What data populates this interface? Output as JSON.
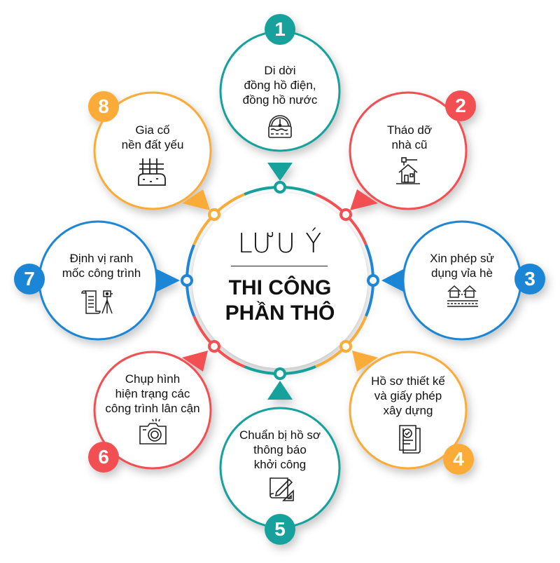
{
  "center": {
    "title": "LƯU Ý",
    "subtitle_line1": "THI CÔNG",
    "subtitle_line2": "PHẦN THÔ"
  },
  "colors": {
    "teal": "#14a19c",
    "red": "#f25052",
    "blue": "#1f86d6",
    "orange": "#fbab37"
  },
  "nodes": [
    {
      "number": "1",
      "color": "teal",
      "lines": [
        "Di dời",
        "đồng hồ điện,",
        "đồng hồ nước"
      ],
      "icon": "water-meter-icon"
    },
    {
      "number": "2",
      "color": "red",
      "lines": [
        "Tháo dỡ",
        "nhà cũ"
      ],
      "icon": "house-demolition-icon"
    },
    {
      "number": "3",
      "color": "blue",
      "lines": [
        "Xin phép sử",
        "dụng vỉa hè"
      ],
      "icon": "houses-sidewalk-icon"
    },
    {
      "number": "4",
      "color": "orange",
      "lines": [
        "Hồ sơ thiết kế",
        "và giấy phép",
        "xây dựng"
      ],
      "icon": "approved-document-icon"
    },
    {
      "number": "5",
      "color": "teal",
      "lines": [
        "Chuẩn bị hồ sơ",
        "thông báo",
        "khởi công"
      ],
      "icon": "blueprint-pencil-icon"
    },
    {
      "number": "6",
      "color": "red",
      "lines": [
        "Chụp hình",
        "hiện trạng các",
        "công trình lân cận"
      ],
      "icon": "camera-icon"
    },
    {
      "number": "7",
      "color": "blue",
      "lines": [
        "Định vị ranh",
        "mốc công trình"
      ],
      "icon": "survey-scroll-tripod-icon"
    },
    {
      "number": "8",
      "color": "orange",
      "lines": [
        "Gia cố",
        "nền đất yếu"
      ],
      "icon": "soil-reinforcement-icon"
    }
  ]
}
